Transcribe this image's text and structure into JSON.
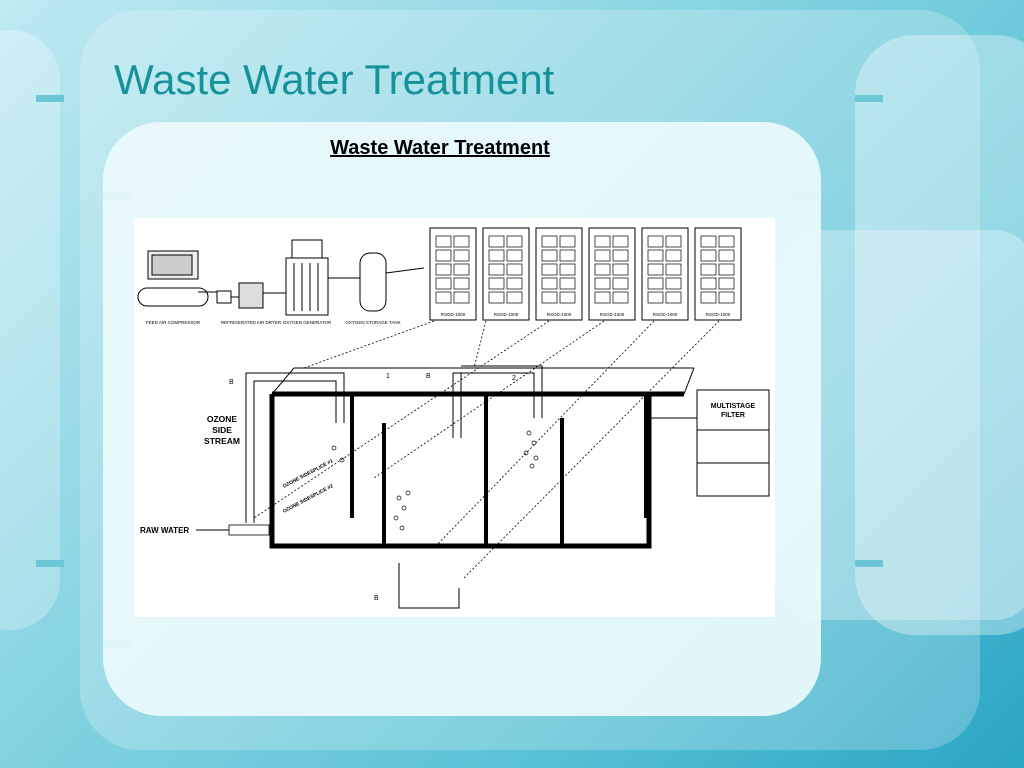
{
  "slide": {
    "title": "Waste Water Treatment",
    "subtitle": "Waste Water Treatment"
  },
  "diagram": {
    "equipment_labels": [
      "FEED AIR COMPRESSOR",
      "REFRIGERATED AIR DRYER",
      "OXYGEN GENERATOR",
      "OXYGEN STORAGE TANK"
    ],
    "generator_units": [
      "RSOD-1000",
      "RSOD-1000",
      "RSOD-1000",
      "RSOD-1000",
      "RSOD-1000",
      "RSOD-1000"
    ],
    "labels": {
      "ozone_side_stream_1": "OZONE",
      "ozone_side_stream_2": "SIDE",
      "ozone_side_stream_3": "STREAM",
      "raw_water": "RAW WATER",
      "multistage_filter_1": "MULTISTAGE",
      "multistage_filter_2": "FILTER",
      "ozone_sidesplice_1": "OZONE SIDESPLICE #1",
      "ozone_sidesplice_2": "OZONE SIDESPLICE #2",
      "callout_1": "1",
      "callout_2": "2",
      "valve_b1": "B",
      "valve_b2": "B",
      "valve_b3": "B"
    }
  },
  "colors": {
    "title": "#17929a",
    "line": "#000000"
  }
}
